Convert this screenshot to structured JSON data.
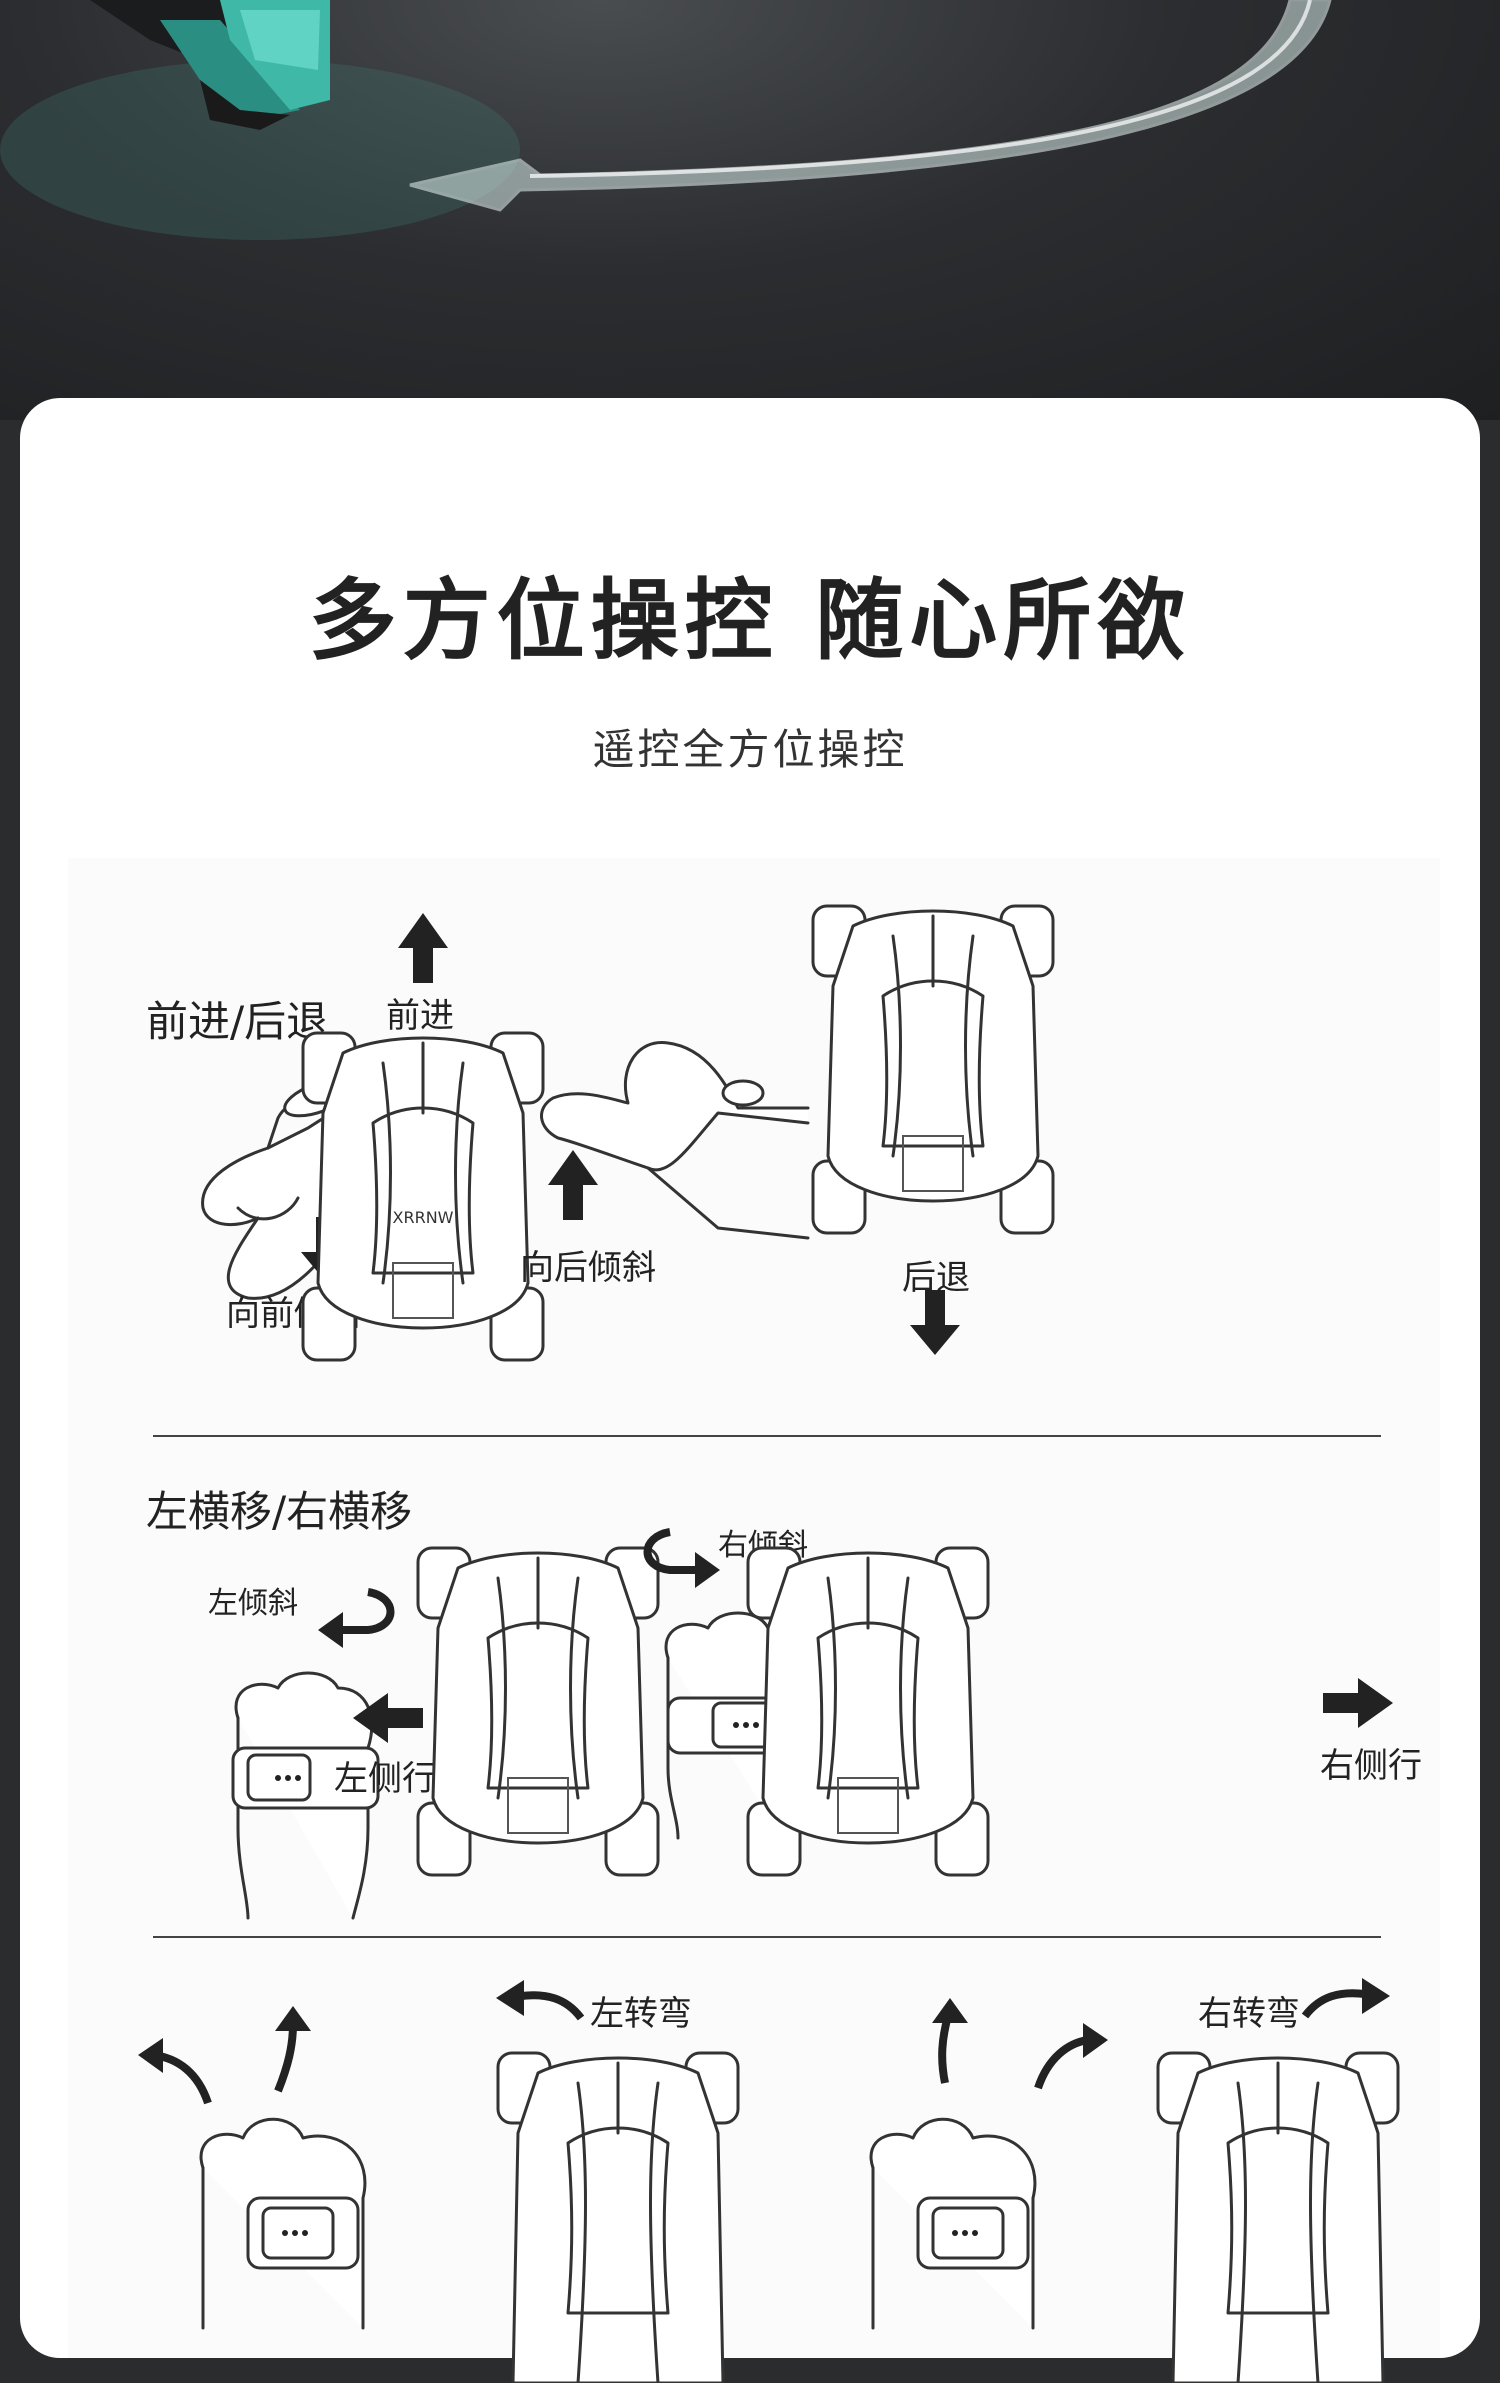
{
  "title": "多方位操控 随心所欲",
  "subtitle": "遥控全方位操控",
  "sections": {
    "forward_back": {
      "heading": "前进/后退",
      "forward_label": "前进",
      "tilt_forward_label": "向前倾斜",
      "tilt_back_label": "向后倾斜",
      "back_label": "后退"
    },
    "strafe": {
      "heading": "左横移/右横移",
      "tilt_left_label": "左倾斜",
      "move_left_label": "左侧行",
      "tilt_right_label": "右倾斜",
      "move_right_label": "右侧行"
    },
    "turn": {
      "turn_left_label": "左转弯",
      "turn_right_label": "右转弯"
    }
  },
  "car_badge_text": "XRRNW",
  "colors": {
    "accent": "#3fb8a8",
    "card_bg": "#ffffff",
    "panel_bg": "#fbfbfb",
    "dark_bg": "#2a2c2e",
    "ink": "#222222"
  }
}
